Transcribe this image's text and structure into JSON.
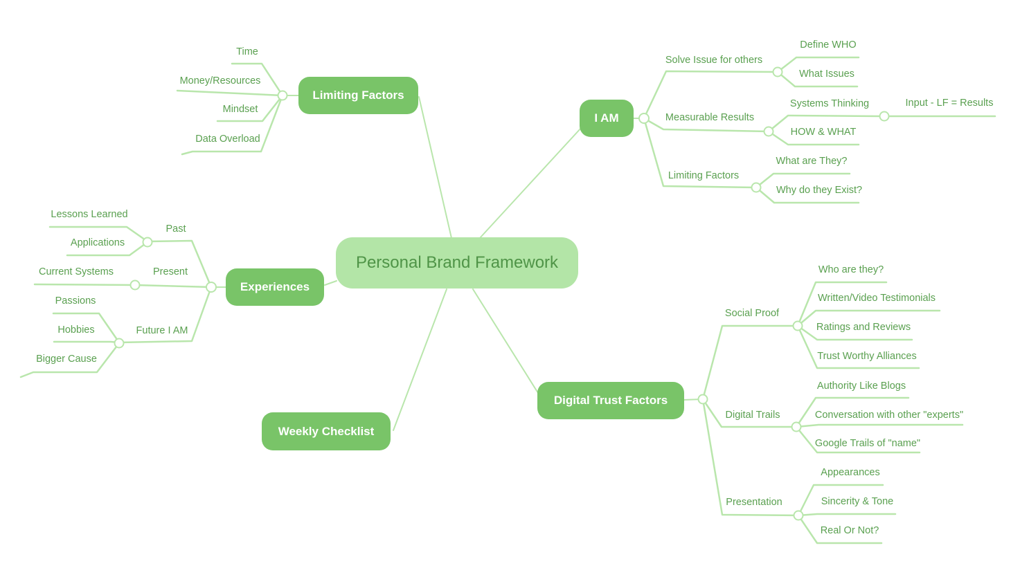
{
  "colors": {
    "branch_node_bg": "#79c468",
    "branch_node_text": "#ffffff",
    "root_node_bg": "#b3e5a7",
    "root_node_text": "#4f9447",
    "connector_line": "#b9e6ac",
    "label_text": "#5aa050",
    "background": "#ffffff"
  },
  "mindmap": {
    "root": {
      "label": "Personal Brand Framework"
    },
    "branches": [
      {
        "label": "Limiting Factors",
        "children": [
          {
            "label": "Time"
          },
          {
            "label": "Money/Resources"
          },
          {
            "label": "Mindset"
          },
          {
            "label": "Data Overload"
          }
        ]
      },
      {
        "label": "I AM",
        "children": [
          {
            "label": "Solve Issue for others",
            "children": [
              {
                "label": "Define WHO"
              },
              {
                "label": "What Issues"
              }
            ]
          },
          {
            "label": "Measurable Results",
            "children": [
              {
                "label": "Systems Thinking",
                "children": [
                  {
                    "label": "Input - LF = Results"
                  }
                ]
              },
              {
                "label": "HOW & WHAT"
              }
            ]
          },
          {
            "label": "Limiting Factors",
            "children": [
              {
                "label": "What are They?"
              },
              {
                "label": "Why do they Exist?"
              }
            ]
          }
        ]
      },
      {
        "label": "Experiences",
        "children": [
          {
            "label": "Past",
            "children": [
              {
                "label": "Lessons Learned"
              },
              {
                "label": "Applications"
              }
            ]
          },
          {
            "label": "Present",
            "children": [
              {
                "label": "Current Systems"
              }
            ]
          },
          {
            "label": "Future I AM",
            "children": [
              {
                "label": "Passions"
              },
              {
                "label": "Hobbies"
              },
              {
                "label": "Bigger Cause"
              }
            ]
          }
        ]
      },
      {
        "label": "Weekly Checklist",
        "children": []
      },
      {
        "label": "Digital Trust Factors",
        "children": [
          {
            "label": "Social Proof",
            "children": [
              {
                "label": "Who are they?"
              },
              {
                "label": "Written/Video Testimonials"
              },
              {
                "label": "Ratings and Reviews"
              },
              {
                "label": "Trust Worthy Alliances"
              }
            ]
          },
          {
            "label": "Digital Trails",
            "children": [
              {
                "label": "Authority Like Blogs"
              },
              {
                "label": "Conversation with other \"experts\""
              },
              {
                "label": "Google Trails of \"name\""
              }
            ]
          },
          {
            "label": "Presentation",
            "children": [
              {
                "label": "Appearances"
              },
              {
                "label": "Sincerity & Tone"
              },
              {
                "label": "Real Or Not?"
              }
            ]
          }
        ]
      }
    ]
  }
}
